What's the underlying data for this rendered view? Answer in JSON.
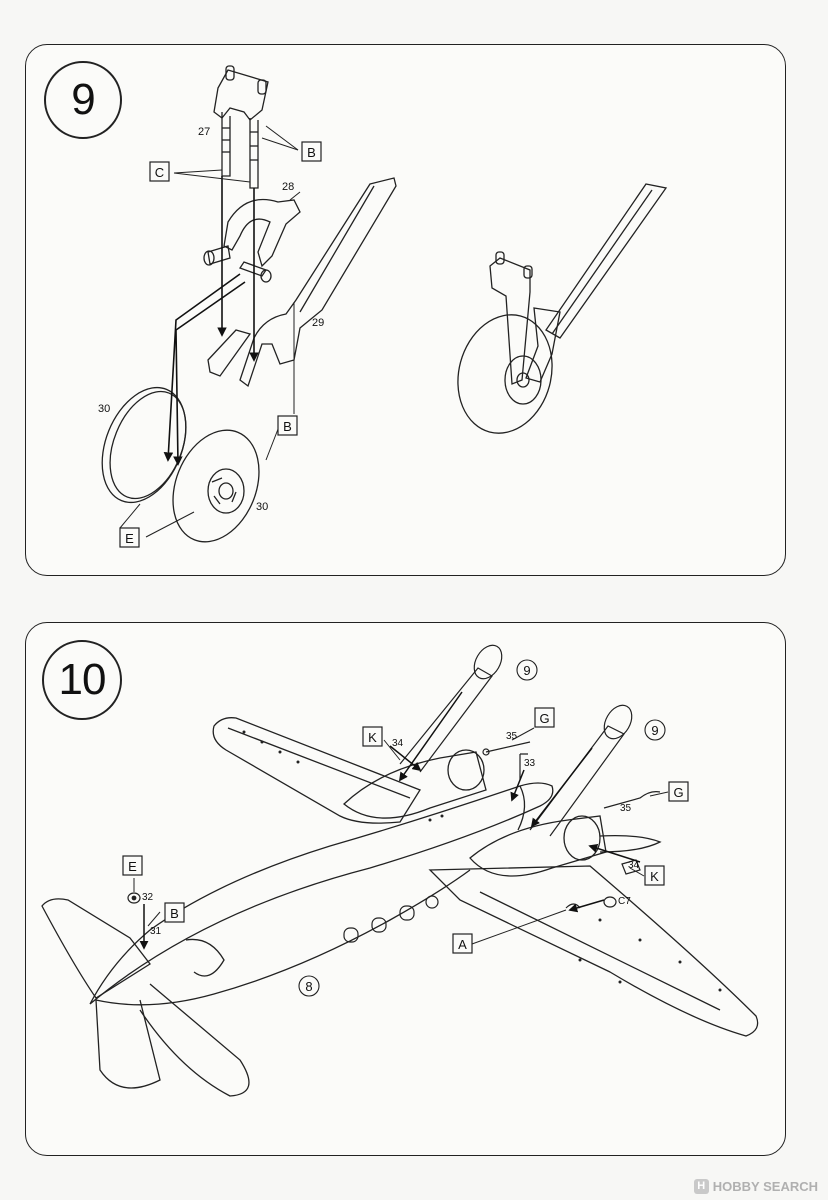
{
  "step9": {
    "number": "9",
    "part_numbers": {
      "p27": "27",
      "p28": "28",
      "p29": "29",
      "p30a": "30",
      "p30b": "30"
    },
    "letters": {
      "c": "C",
      "b1": "B",
      "b2": "B",
      "e": "E"
    }
  },
  "step10": {
    "number": "10",
    "part_numbers": {
      "p34a": "34",
      "p35a": "35",
      "p33": "33",
      "p35b": "35",
      "p34b": "34",
      "p32": "32",
      "p31": "31",
      "c7": "C7"
    },
    "letters": {
      "k1": "K",
      "g1": "G",
      "g2": "G",
      "k2": "K",
      "e": "E",
      "b": "B",
      "a": "A"
    },
    "refs": {
      "r9a": "9",
      "r9b": "9",
      "r8": "8"
    }
  },
  "watermark": {
    "text": "HOBBY SEARCH",
    "badge": "H"
  }
}
